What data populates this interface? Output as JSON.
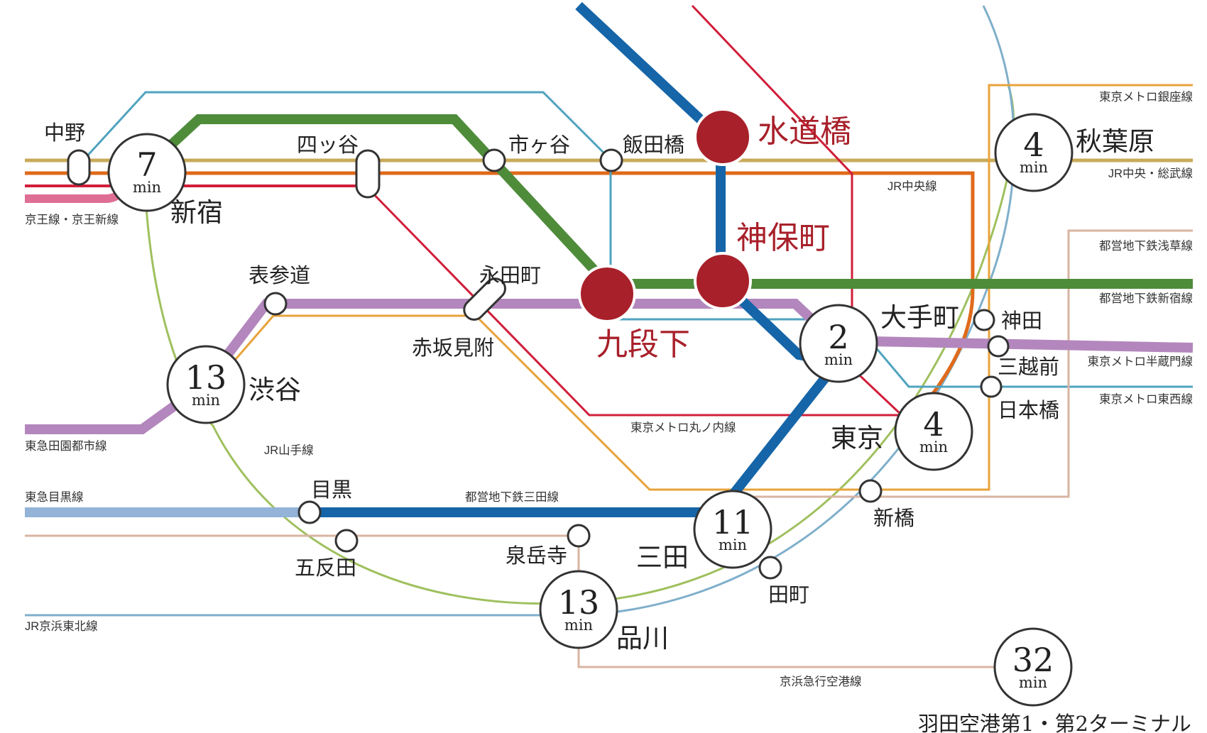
{
  "colors": {
    "green": "#4e8c3a",
    "blue": "#1565a8",
    "purple": "#b387bd",
    "orange": "#e06a1b",
    "yellow": "#c9aa5a",
    "red": "#d11e3a",
    "gold": "#e8a33a",
    "lightblue": "#7fafcb",
    "jyBlue": "#4fa3bf",
    "yamanote": "#9fc05e",
    "keio": "#df6e95",
    "meguro": "#93b3d8",
    "asakusa": "#d8b4a2",
    "hub": "#a8202a"
  },
  "stations": {
    "nakano": "中野",
    "shinjuku": "新宿",
    "yotsuya": "四ッ谷",
    "ichigaya": "市ヶ谷",
    "iidabashi": "飯田橋",
    "suidobashi": "水道橋",
    "jimbocho": "神保町",
    "kudanshita": "九段下",
    "akihabara": "秋葉原",
    "omotesando": "表参道",
    "nagatacho": "永田町",
    "akasakamitsuke": "赤坂見附",
    "otemachi": "大手町",
    "kanda": "神田",
    "mitsukoshimae": "三越前",
    "nihonbashi": "日本橋",
    "shibuya": "渋谷",
    "tokyo": "東京",
    "meguro": "目黒",
    "gotanda": "五反田",
    "sengakuji": "泉岳寺",
    "mita": "三田",
    "tamachi": "田町",
    "shimbashi": "新橋",
    "shinagawa": "品川",
    "haneda": "羽田空港第1・第2ターミナル"
  },
  "lines": {
    "ginza": "東京メトロ銀座線",
    "chuo_sobu": "JR中央・総武線",
    "keio": "京王線・京王新線",
    "jr_chuo": "JR中央線",
    "asakusa": "都営地下鉄浅草線",
    "shinjuku_line": "都営地下鉄新宿線",
    "hanzomon": "東京メトロ半蔵門線",
    "tozai": "東京メトロ東西線",
    "marunouchi": "東京メトロ丸ノ内線",
    "den_en_toshi": "東急田園都市線",
    "yamanote": "JR山手線",
    "meguro": "東急目黒線",
    "mita": "都営地下鉄三田線",
    "keihin_tohoku": "JR京浜東北線",
    "keikyu_airport": "京浜急行空港線"
  },
  "times": {
    "shinjuku": "7",
    "akihabara": "4",
    "otemachi": "2",
    "shibuya": "13",
    "tokyo": "4",
    "mita": "11",
    "shinagawa": "13",
    "haneda": "32"
  },
  "min_label": "min"
}
